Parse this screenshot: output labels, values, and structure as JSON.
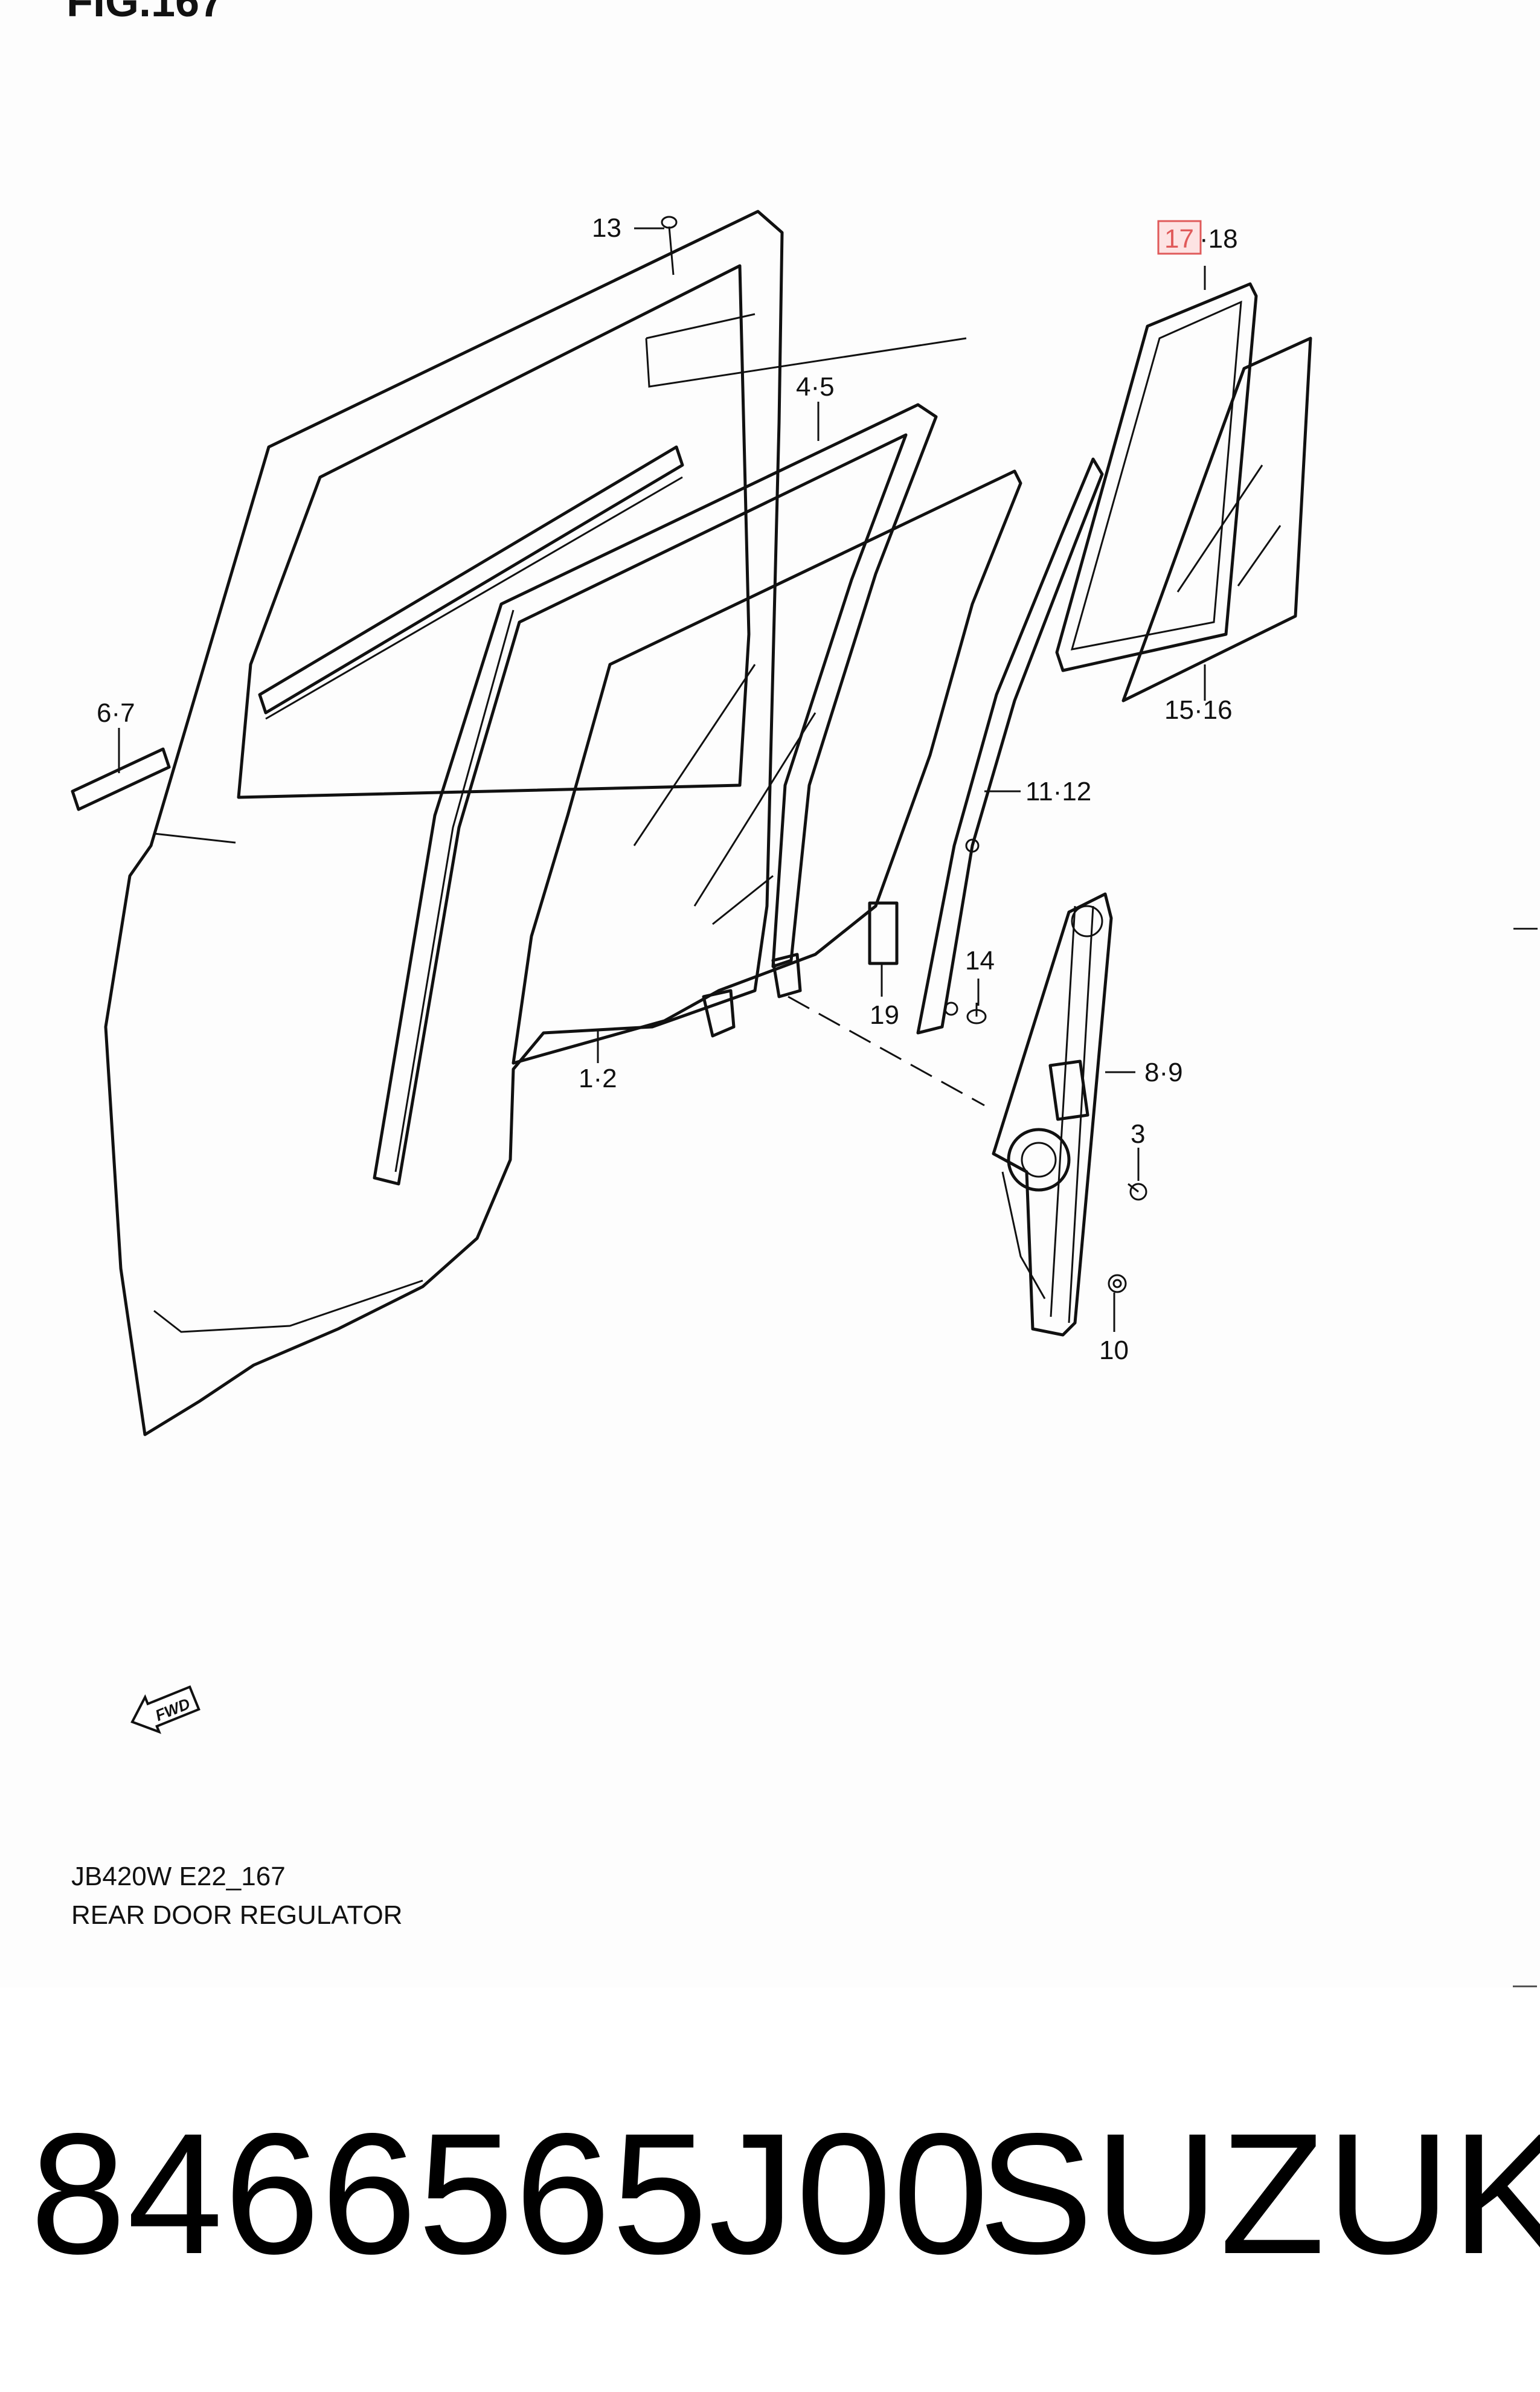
{
  "figure": {
    "title": "FIG.167"
  },
  "callouts": {
    "c_1_2": "1·2",
    "c_3": "3",
    "c_4_5": "4·5",
    "c_6_7": "6·7",
    "c_8_9": "8·9",
    "c_10": "10",
    "c_11_12": "11·12",
    "c_13": "13",
    "c_14": "14",
    "c_15_16": "15·16",
    "c_17_highlight": "17",
    "c_17_rest": "·18",
    "c_19": "19"
  },
  "direction_badge": {
    "label": "FWD"
  },
  "caption": {
    "code": "JB420W E22_167",
    "name": "REAR DOOR REGULATOR"
  },
  "footer": {
    "part_number": "8466565J00",
    "brand": "SUZUKI"
  },
  "colors": {
    "highlight_fill": "#fde3e3",
    "highlight_stroke": "#e05a5a",
    "ink": "#111111"
  }
}
